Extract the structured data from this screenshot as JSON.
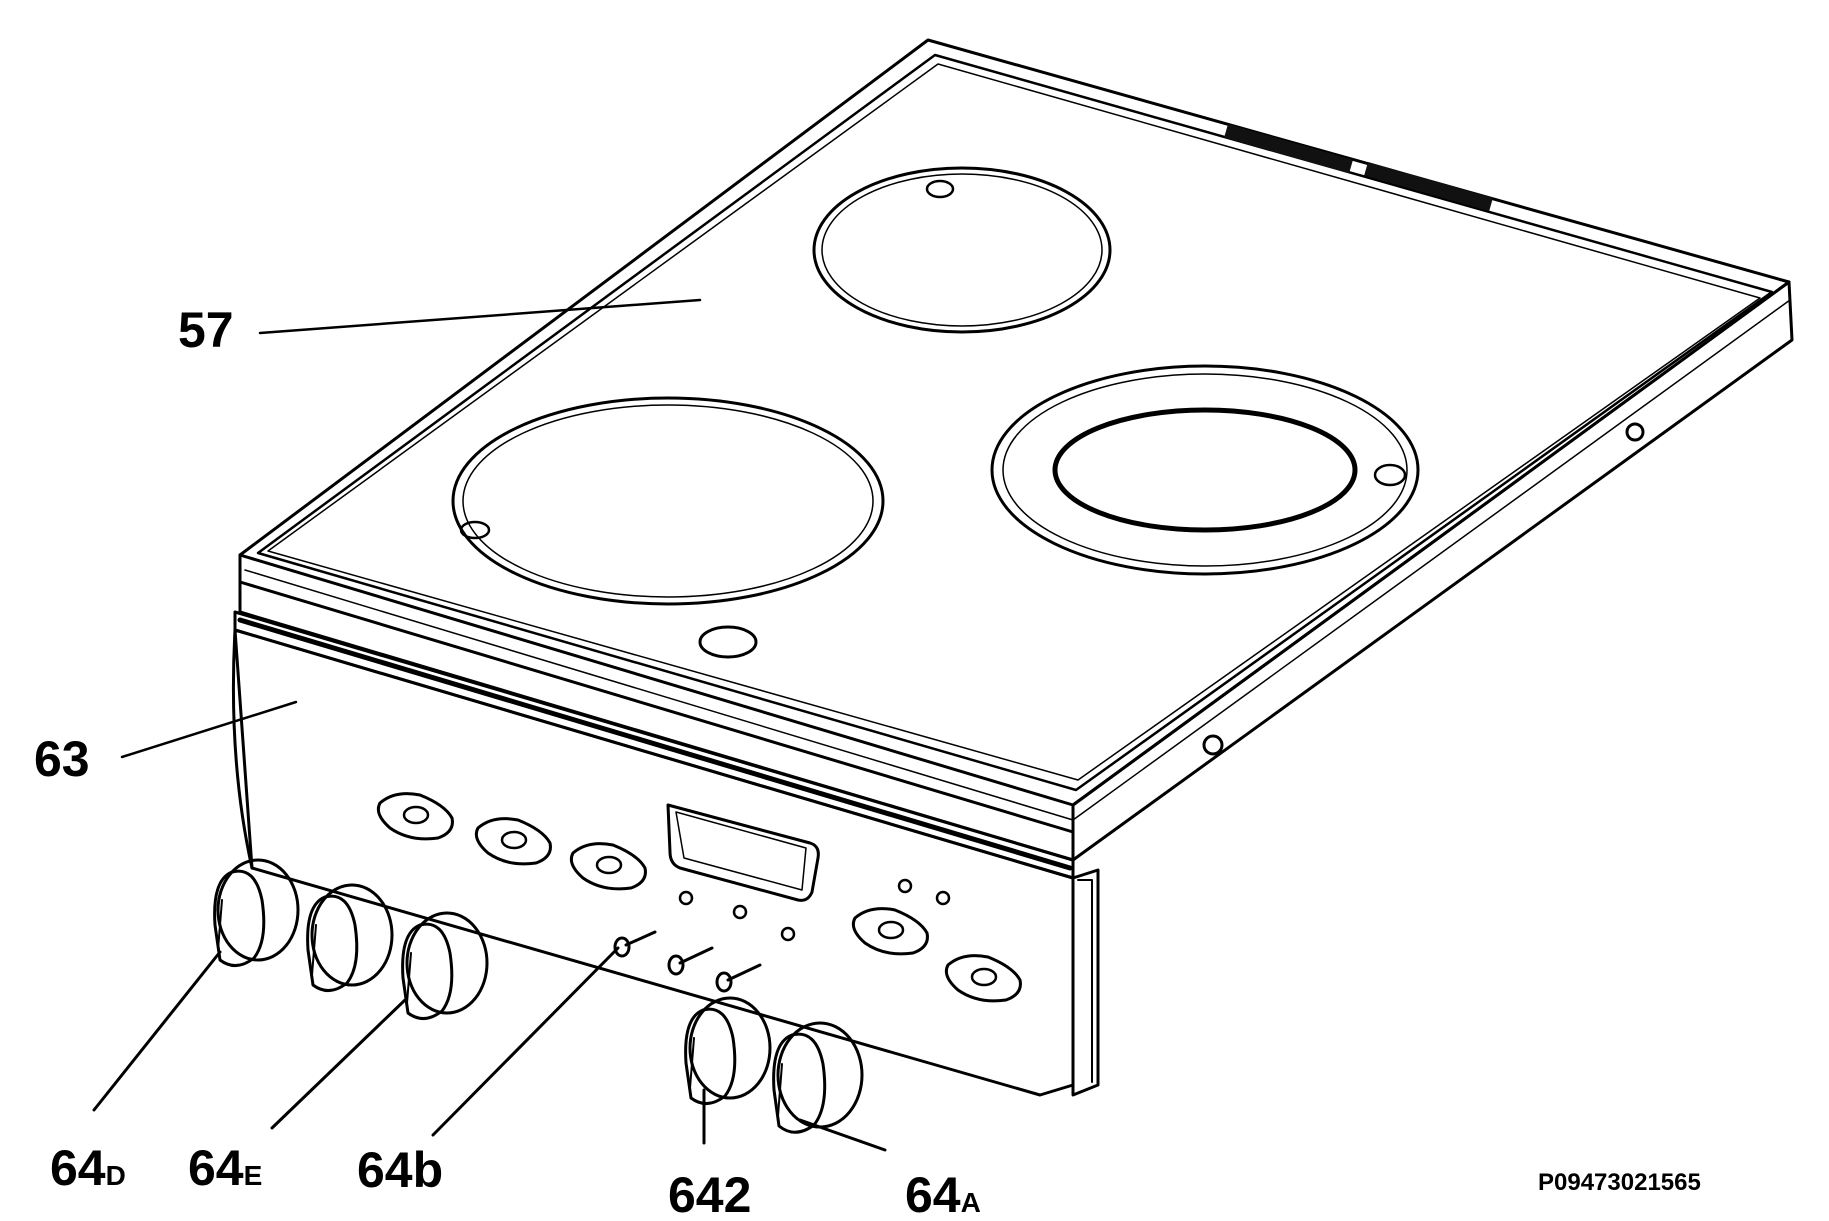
{
  "diagram": {
    "code": "P09473021565",
    "labels": {
      "l57": "57",
      "l63": "63",
      "l64d_main": "64",
      "l64d_sub": "D",
      "l64e_main": "64",
      "l64e_sub": "E",
      "l64b": "64b",
      "l642": "642",
      "l64a_main": "64",
      "l64a_sub": "A"
    },
    "colors": {
      "line": "#000000",
      "background": "#ffffff",
      "body": "#ffffff"
    }
  }
}
